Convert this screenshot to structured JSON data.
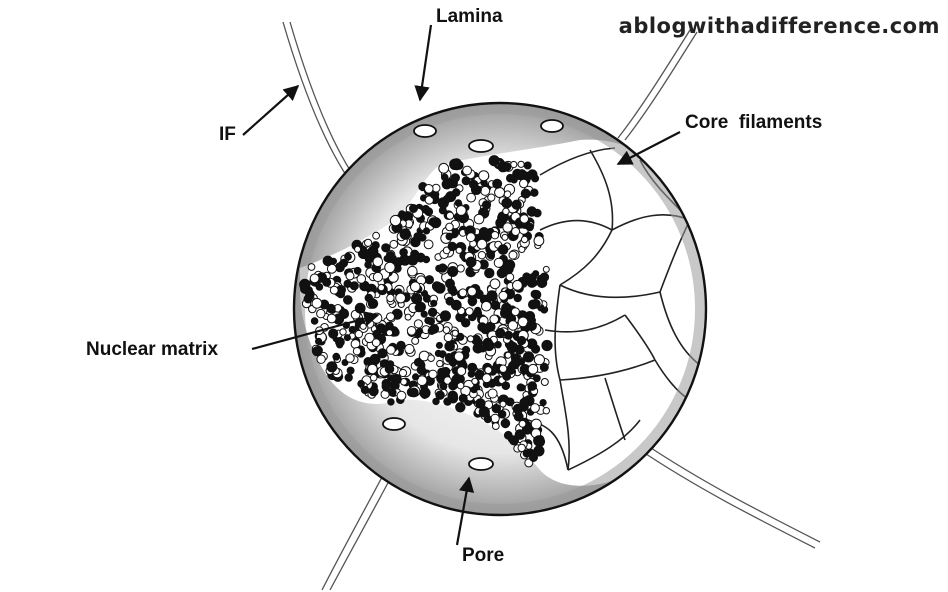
{
  "watermark": "ablogwithadifference.com",
  "labels": {
    "lamina": "Lamina",
    "if": "IF",
    "core_filaments": "Core  filaments",
    "nuclear_matrix": "Nuclear matrix",
    "pore": "Pore"
  },
  "colors": {
    "ink": "#111111",
    "shade": "#8a8a8a",
    "paper": "#ffffff"
  }
}
